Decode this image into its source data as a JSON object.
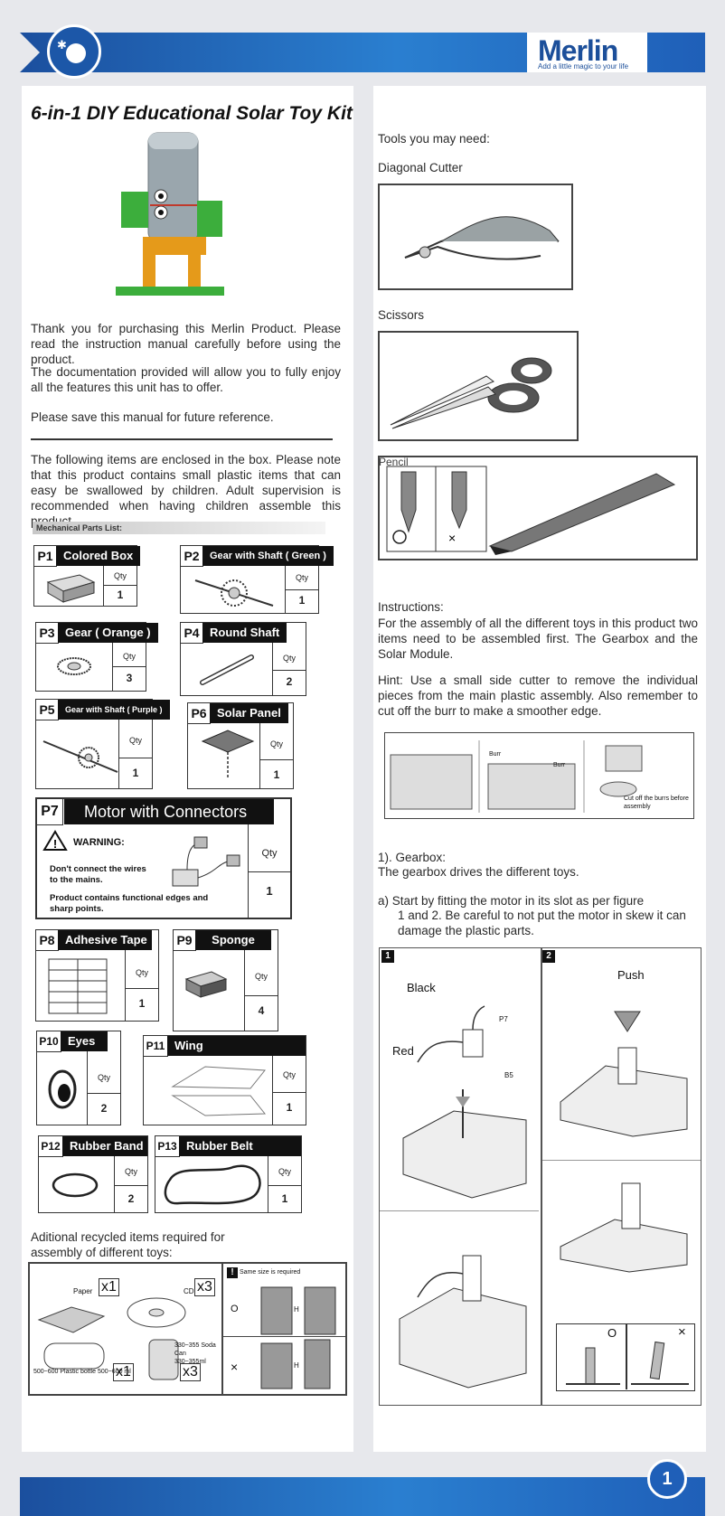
{
  "header": {
    "brand": "Merlin",
    "tagline": "Add a little magic to your life"
  },
  "left": {
    "title": "6-in-1 DIY Educational Solar Toy Kit",
    "intro1": "Thank you for purchasing this Merlin Product. Please read the instruction manual carefully before using the product.",
    "intro2": "The documentation provided will allow you to fully enjoy all the features this unit has to offer.",
    "intro3": "Please save this manual for future reference.",
    "enclosed": "The following items are enclosed in the box. Please note that this product contains small plastic items that can easy be swallowed by children. Adult supervision is recommended when having children assemble this product.",
    "mech_title": "Mechanical Parts List:",
    "qty_label": "Qty",
    "parts": [
      {
        "id": "P1",
        "name": "Colored Box",
        "qty": "1"
      },
      {
        "id": "P2",
        "name": "Gear with Shaft ( Green )",
        "qty": "1"
      },
      {
        "id": "P3",
        "name": "Gear ( Orange )",
        "qty": "3"
      },
      {
        "id": "P4",
        "name": "Round Shaft",
        "qty": "2"
      },
      {
        "id": "P5",
        "name": "Gear with Shaft ( Purple )",
        "qty": "1"
      },
      {
        "id": "P6",
        "name": "Solar Panel",
        "qty": "1"
      },
      {
        "id": "P7",
        "name": "Motor with Connectors",
        "qty": "1"
      },
      {
        "id": "P8",
        "name": "Adhesive Tape",
        "qty": "1"
      },
      {
        "id": "P9",
        "name": "Sponge",
        "qty": "4"
      },
      {
        "id": "P10",
        "name": "Eyes",
        "qty": "2"
      },
      {
        "id": "P11",
        "name": "Wing",
        "qty": "1"
      },
      {
        "id": "P12",
        "name": "Rubber Band",
        "qty": "2"
      },
      {
        "id": "P13",
        "name": "Rubber Belt",
        "qty": "1"
      }
    ],
    "warning_title": "WARNING:",
    "warning_1": "Don't connect the wires to the mains.",
    "warning_2": "Product contains functional edges and sharp points.",
    "recycled": "Aditional recycled items required for assembly of different toys:",
    "recycled_items": {
      "paper": "Paper",
      "paper_qty": "x1",
      "cd": "CD",
      "cd_qty": "x3",
      "bottle": "500~600 Plastic bottle 500~600 ml",
      "bottle_qty": "x1",
      "can": "330~355 Soda Can 330~355ml",
      "can_qty": "x3",
      "same_size": "Same size is required",
      "ok": "O",
      "bad": "×",
      "h": "H"
    }
  },
  "right": {
    "tools_title": "Tools you may need:",
    "tool1": "Diagonal Cutter",
    "tool2": "Scissors",
    "tool3": "Pencil",
    "instructions_title": "Instructions:",
    "instructions": "For the assembly of all the different toys in this product two items need to be assembled first. The Gearbox and the Solar Module.",
    "hint": "Hint: Use a small side cutter to remove the individual pieces from the main plastic assembly. Also remember to cut off the burr to make a smoother edge.",
    "burr1": "Burr",
    "burr2": "Burr",
    "cut_note": "Cut off the burrs before assembly",
    "gearbox_title": "1). Gearbox:",
    "gearbox_desc": "The gearbox drives the different toys.",
    "step_a_1": "a)   Start by fitting the motor in its slot as per figure",
    "step_a_2": "1 and 2. Be careful to not put the motor in skew it can",
    "step_a_3": "damage the plastic parts.",
    "fig1": "1",
    "fig2": "2",
    "black": "Black",
    "red": "Red",
    "push": "Push",
    "p7": "P7",
    "b5": "B5",
    "ok": "O",
    "bad": "×"
  },
  "footer": {
    "page": "1"
  }
}
